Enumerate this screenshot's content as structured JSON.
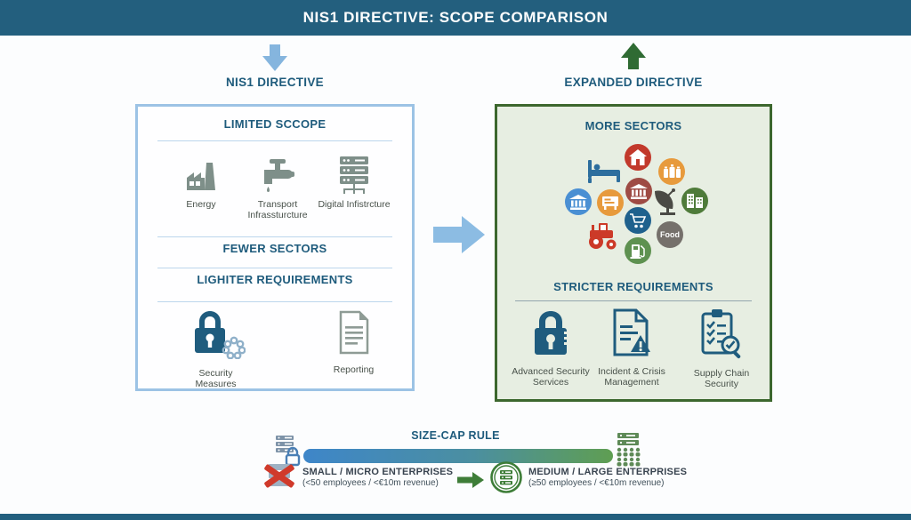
{
  "header": {
    "title": "NIS1 DIRECTIVE: SCOPE COMPARISON"
  },
  "left_column": {
    "heading": "NIS1 DIRECTIVE",
    "arrow_icon": "down-arrow-icon",
    "box": {
      "scope_title": "LIMITED SCCOPE",
      "sectors": [
        {
          "icon": "factory-icon",
          "label": "Energy"
        },
        {
          "icon": "water-tap-icon",
          "label": "Transport Infrassturcture"
        },
        {
          "icon": "server-rack-icon",
          "label": "Digital Infistrcture"
        }
      ],
      "fewer_sectors_title": "FEWER SECTORS",
      "requirements_title": "LIGHITER REQUIREMENTS",
      "requirements": [
        {
          "icon": "padlock-chain-icon",
          "label": "Security Measures"
        },
        {
          "icon": "report-document-icon",
          "label": "Reporting"
        }
      ]
    }
  },
  "center_arrow_icon": "right-arrow-icon",
  "right_column": {
    "heading": "EXPANDED DIRECTIVE",
    "arrow_icon": "up-arrow-icon",
    "box": {
      "sectors_title": "MORE SECTORS",
      "sector_icons": [
        "bed-icon",
        "house-icon",
        "pharmacy-icon",
        "government-building-icon",
        "bank-icon",
        "market-stall-icon",
        "satellite-dish-icon",
        "office-buildings-icon",
        "shopping-cart-icon",
        "tractor-icon",
        "food-badge",
        "fuel-pump-icon"
      ],
      "food_label": "Food",
      "requirements_title": "STRICTER REQUIREMENTS",
      "requirements": [
        {
          "icon": "padlock-icon",
          "label": "Advanced Security Services"
        },
        {
          "icon": "incident-document-icon",
          "label": "Incident & Crisis Management"
        },
        {
          "icon": "supply-chain-clipboard-icon",
          "label": "Supply Chain Security"
        }
      ]
    }
  },
  "size_cap": {
    "title": "SIZE-CAP RULE",
    "excluded": {
      "icon": "red-x-rack-icon",
      "label": "SMALL / MICRO ENTERPRISES",
      "criteria": "(<50 employees / <€10m revenue)"
    },
    "included": {
      "icon": "circled-rack-icon",
      "label": "MEDIUM / LARGE ENTERPRISES",
      "criteria": "(≥50 employees / <€10m revenue)"
    }
  },
  "colors": {
    "header_bg": "#235F7E",
    "heading_text": "#1E5B7C",
    "left_box_border": "#9CC3E5",
    "right_box_border": "#3C672E",
    "right_box_bg": "#E7EEE2",
    "teal_icon": "#1F5C7E",
    "gray_icon": "#7E8F89",
    "light_blue_arrow": "#85B5DE",
    "green_arrow": "#2F6B33",
    "bar_gradient_start": "#3E86C9",
    "bar_gradient_end": "#5F9E52",
    "red_x": "#D03A2B"
  }
}
